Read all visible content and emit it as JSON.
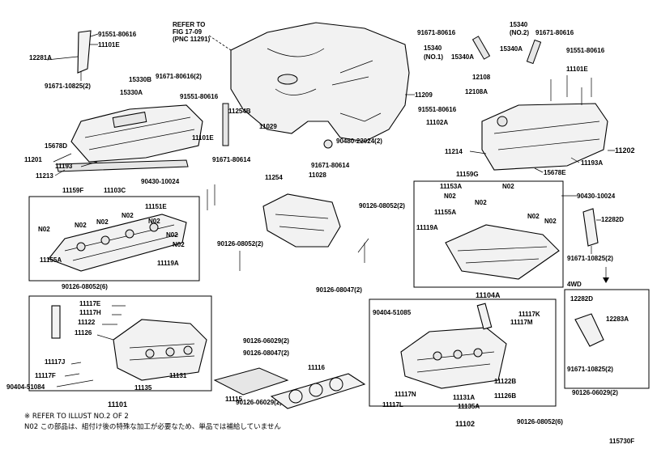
{
  "refer": {
    "line1": "REFER TO",
    "line2": "FIG 17-09",
    "line3": "(PNC 11291)"
  },
  "figure_code": "115730F",
  "group_4wd": "4WD",
  "footnotes": {
    "star": "※ REFER TO ILLUST NO.2 OF 2",
    "n02": "N02 この部品は、組付け後の特殊な加工が必要なため、単品では補給していません"
  },
  "labels": {
    "l91551_80616_a": "91551-80616",
    "l11101e_a": "11101E",
    "l12281a": "12281A",
    "l91671_10825_a": "91671-10825(2)",
    "l15330b": "15330B",
    "l15330a_a": "15330A",
    "l91671_80616_a": "91671-80616(2)",
    "l91551_80616_b": "91551-80616",
    "l11101e_b": "11101E",
    "l11254b": "11254B",
    "l11029": "11029",
    "l91671_80614_a": "91671-80614",
    "l15678d": "15678D",
    "l11201": "11201",
    "l11193": "11193",
    "l11213": "11213",
    "l90430_10024_a": "90430-10024",
    "l11159f": "11159F",
    "l11103c": "11103C",
    "l11151e": "11151E",
    "n02_1": "N02",
    "n02_2": "N02",
    "n02_3": "N02",
    "n02_4": "N02",
    "n02_5": "N02",
    "n02_6": "N02",
    "n02_7": "N02",
    "l11155a_a": "11155A",
    "l11119a_a": "11119A",
    "l90126_08052_6a": "90126-08052(6)",
    "l90126_08052_2a": "90126-08052(2)",
    "l11117e": "11117E",
    "l11117h": "11117H",
    "l11122_a": "11122",
    "l11126": "11126",
    "l11117j": "11117J",
    "l11117f": "11117F",
    "l90404_51084": "90404-51084",
    "l11131": "11131",
    "l11135": "11135",
    "l11101": "11101",
    "l90126_06029_a": "90126-06029(2)",
    "l90126_08047_a": "90126-08047(2)",
    "l11115": "11115",
    "l11116": "11116",
    "l11254": "11254",
    "l91671_80614_b": "91671-80614",
    "l11028": "11028",
    "l90126_08052_2b": "90126-08052(2)",
    "l90126_08047_b": "90126-08047(2)",
    "l11209": "11209",
    "l90480_22024": "90480-22024(2)",
    "l91671_80616_b": "91671-80616",
    "l15340_a": "15340",
    "l15340_no1": "(NO.1)",
    "l15340a_a": "15340A",
    "l15340_b": "15340",
    "l15340_no2": "(NO.2)",
    "l15340a_b": "15340A",
    "l91671_80616_c": "91671-80616",
    "l91551_80616_c": "91551-80616",
    "l11101e_c": "11101E",
    "l12108": "12108",
    "l12108a": "12108A",
    "l91551_80616_d": "91551-80616",
    "l11102a": "11102A",
    "l11214": "11214",
    "l11202": "11202",
    "l11193a": "11193A",
    "l15678e": "15678E",
    "l11159g": "11159G",
    "l11153a": "11153A",
    "n02_8": "N02",
    "n02_9": "N02",
    "n02_10": "N02",
    "n02_11": "N02",
    "n02_12": "N02",
    "l90430_10024_b": "90430-10024",
    "l11155a_b": "11155A",
    "l11119a_b": "11119A",
    "l12282d_a": "12282D",
    "l91671_10825_b": "91671-10825(2)",
    "l11104a": "11104A",
    "l12282d_b": "12282D",
    "l12283a": "12283A",
    "l91671_10825_c": "91671-10825(2)",
    "l90404_51085": "90404-51085",
    "l11117k": "11117K",
    "l11117m": "11117M",
    "l11117n": "11117N",
    "l11117l": "11117L",
    "l11122_b": "11122B",
    "l11126b": "11126B",
    "l11131a": "11131A",
    "l11135a": "11135A",
    "l11102": "11102",
    "l90126_08052_6b": "90126-08052(6)",
    "l90126_06029_b": "90126-06029(2)"
  }
}
